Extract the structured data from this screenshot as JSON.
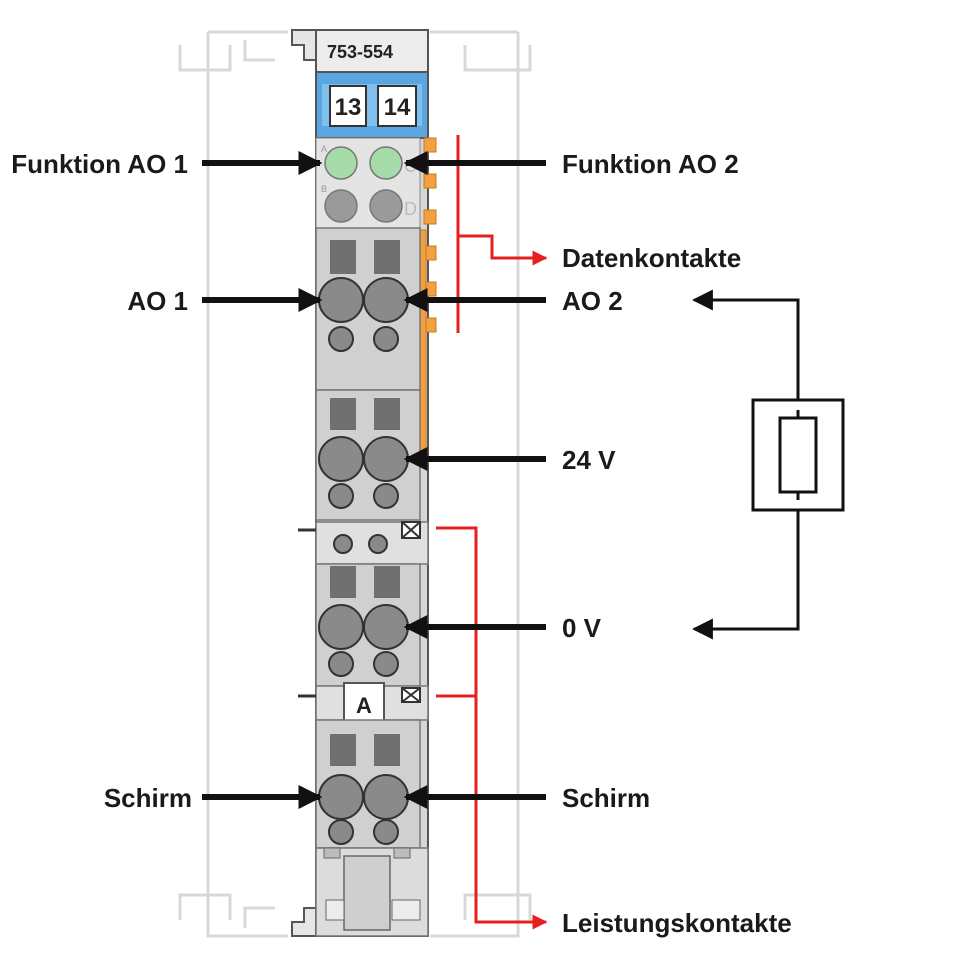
{
  "module": {
    "part_number": "753-554",
    "channel_labels": [
      "13",
      "14"
    ],
    "led_letters": [
      "A",
      "B",
      "C",
      "D"
    ],
    "marker": "A"
  },
  "labels": {
    "funktion_ao1": "Funktion AO 1",
    "funktion_ao2": "Funktion AO 2",
    "datenkontakte": "Datenkontakte",
    "ao1": "AO 1",
    "ao2": "AO 2",
    "v24": "24 V",
    "v0": "0 V",
    "schirm_left": "Schirm",
    "schirm_right": "Schirm",
    "leistungskontakte": "Leistungskontakte"
  },
  "colors": {
    "housing": "#d6d6d6",
    "housing_outline": "#555555",
    "label_blue": "#5aa6e0",
    "led_green": "#a6dcaa",
    "led_grey": "#9a9a9a",
    "contact_orange": "#f2a040",
    "power_red": "#e52020",
    "arrow_black": "#111111"
  }
}
